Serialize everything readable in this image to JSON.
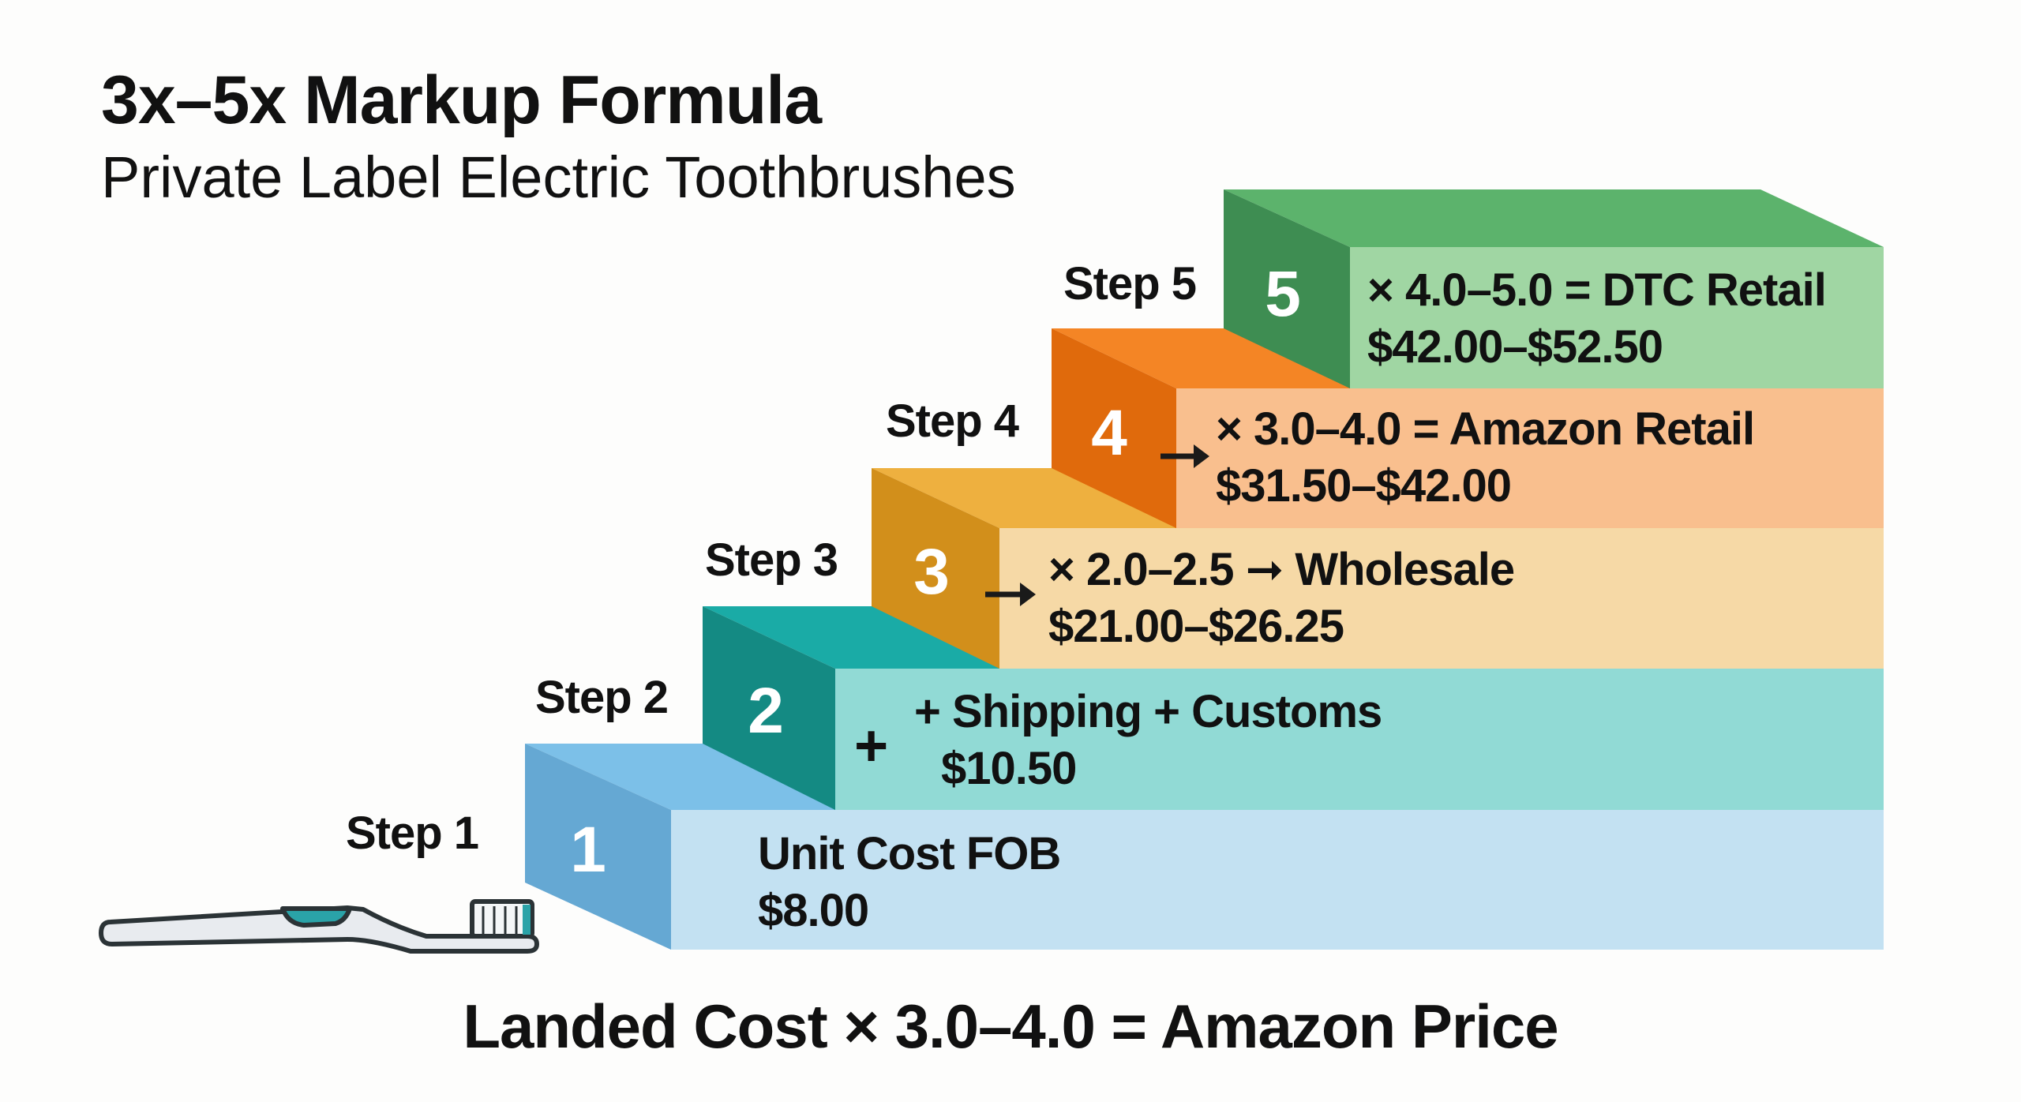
{
  "header": {
    "title": "3x–5x Markup Formula",
    "subtitle": "Private Label Electric Toothbrushes"
  },
  "steps": [
    {
      "label": "Step 1",
      "number": "1",
      "line1": "Unit Cost FOB",
      "line2": "$8.00",
      "connector": "",
      "colors": {
        "side": "#65a8d3",
        "top": "#7cc0e8",
        "front": "#c3e1f2"
      }
    },
    {
      "label": "Step 2",
      "number": "2",
      "line1": "+ Shipping + Customs",
      "line2": "$10.50",
      "connector": "+",
      "colors": {
        "side": "#148a83",
        "top": "#1aaba6",
        "front": "#91dad5"
      }
    },
    {
      "label": "Step 3",
      "number": "3",
      "line1": "× 2.0–2.5 ➞ Wholesale",
      "line2": "$21.00–$26.25",
      "connector": "➞",
      "colors": {
        "side": "#d28f1b",
        "top": "#eeb03f",
        "front": "#f6d9a6"
      }
    },
    {
      "label": "Step 4",
      "number": "4",
      "line1": "× 3.0–4.0 = Amazon Retail",
      "line2": "$31.50–$42.00",
      "connector": "➞",
      "colors": {
        "side": "#e06a0c",
        "top": "#f48525",
        "front": "#f9bf8e"
      }
    },
    {
      "label": "Step 5",
      "number": "5",
      "line1": "× 4.0–5.0 = DTC Retail",
      "line2": "$42.00–$52.50",
      "connector": "",
      "colors": {
        "side": "#3e8d52",
        "top": "#5cb36c",
        "front": "#a0d6a3"
      }
    }
  ],
  "footer": {
    "formula": "Landed Cost × 3.0–4.0 = Amazon Price"
  },
  "icons": {
    "toothbrush": "toothbrush-icon"
  }
}
